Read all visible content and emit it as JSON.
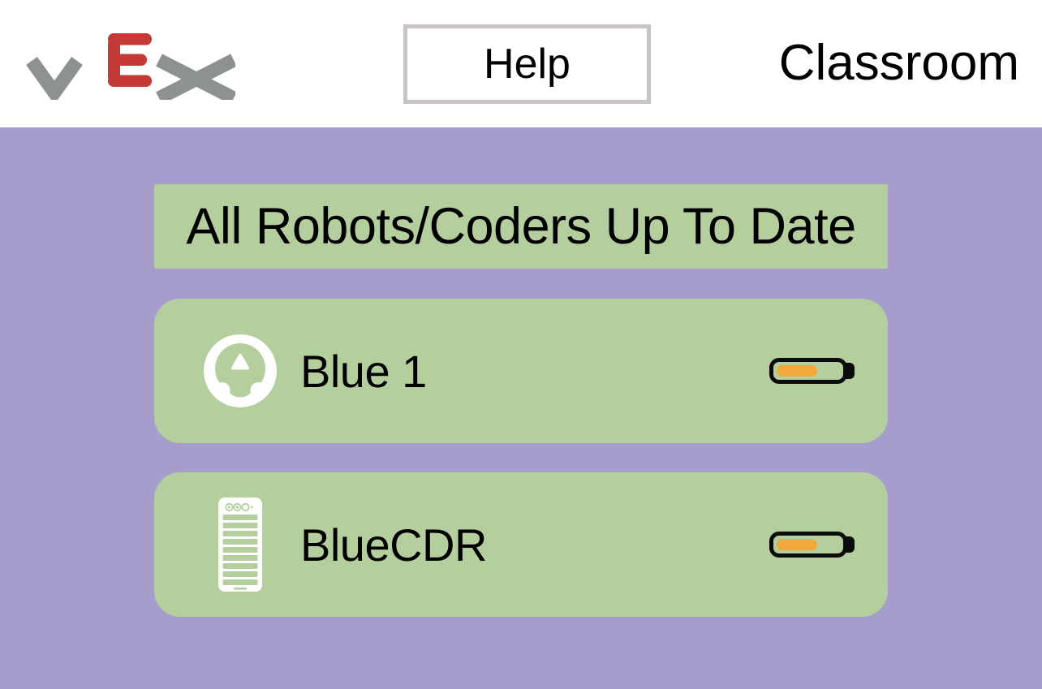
{
  "header": {
    "logo_alt": "VEX",
    "help_label": "Help",
    "classroom_label": "Classroom"
  },
  "status_banner": {
    "text": "All Robots/Coders Up To Date"
  },
  "devices": [
    {
      "name": "Blue 1",
      "type": "robot",
      "icon": "vex-123-robot-icon",
      "battery_percent": 58,
      "battery_color": "#f2a93c"
    },
    {
      "name": "BlueCDR",
      "type": "coder",
      "icon": "vex-coder-icon",
      "battery_percent": 58,
      "battery_color": "#f2a93c"
    }
  ],
  "colors": {
    "background": "#a79dcd",
    "card": "#b5ce9e",
    "header_bg": "#ffffff",
    "battery_fill": "#f2a93c",
    "battery_outline": "#0b0b0b",
    "vex_gray": "#8e9192",
    "vex_red": "#c43a36",
    "help_border": "#c9c3c4",
    "text": "#000000"
  }
}
